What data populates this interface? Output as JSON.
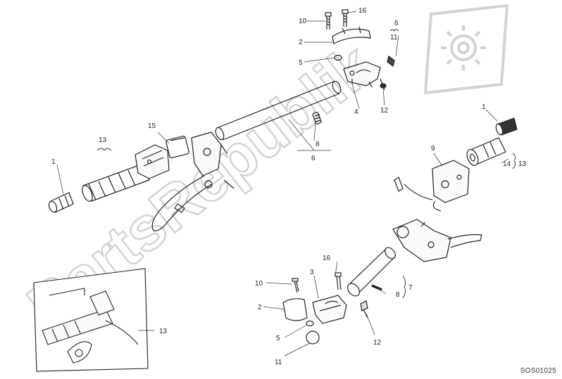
{
  "watermark": "PartsRepublik",
  "drawing_code": "SOS01025",
  "callouts": {
    "c1": "10",
    "c2": "16",
    "c3": "2",
    "c4": "6",
    "c5": "11",
    "c6": "5",
    "c7": "4",
    "c8": "12",
    "c9": "8",
    "c10": "6",
    "c11": "15",
    "c12": "13",
    "c13": "1",
    "c14": "1",
    "c15": "9",
    "c16": "14",
    "c17": "13",
    "c18": "16",
    "c19": "3",
    "c20": "10",
    "c21": "2",
    "c22": "7",
    "c23": "8",
    "c24": "5",
    "c25": "12",
    "c26": "11",
    "c27": "13"
  }
}
